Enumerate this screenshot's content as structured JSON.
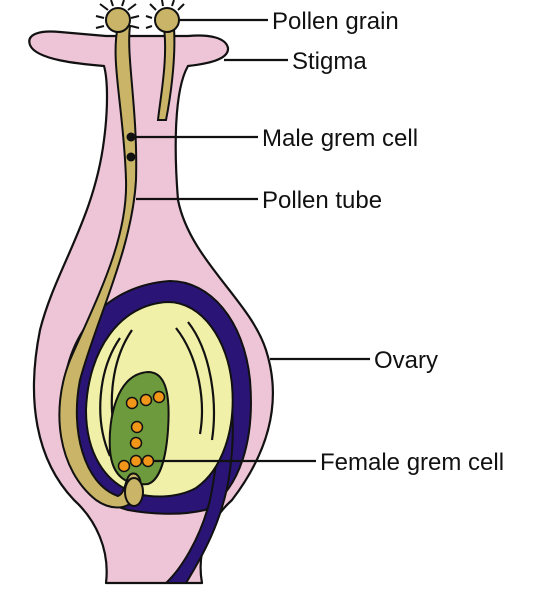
{
  "diagram": {
    "labels": {
      "pollen_grain": "Pollen grain",
      "stigma": "Stigma",
      "male_germ_cell": "Male grem cell",
      "pollen_tube": "Pollen tube",
      "ovary": "Ovary",
      "female_germ_cell": "Female grem cell"
    },
    "colors": {
      "pistil": "#eec5d6",
      "pollen": "#c9b468",
      "ovule_wall": "#2a1577",
      "ovule_inner": "#f1f0a8",
      "embryo_sac": "#6d9a3c",
      "nuclei": "#f2961a",
      "outline": "#111111"
    }
  }
}
